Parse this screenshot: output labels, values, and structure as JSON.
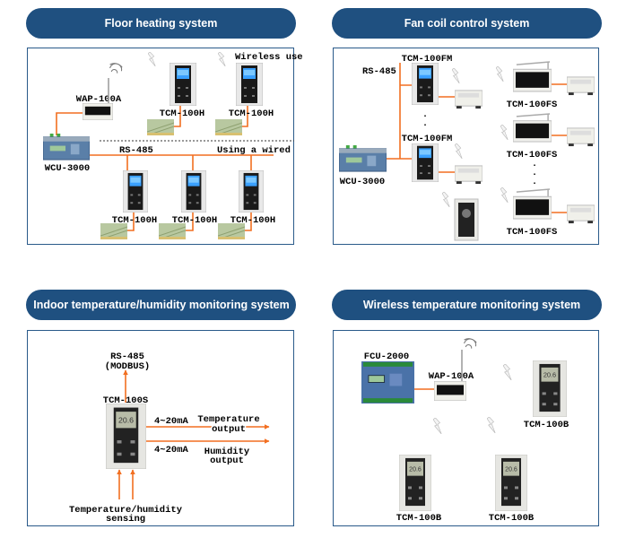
{
  "colors": {
    "header_bg": "#1f5080",
    "panel_border": "#2a5a8a",
    "wire": "#f26f21",
    "arrow": "#f26f21"
  },
  "panels": {
    "floor_heating": {
      "title": "Floor heating system",
      "wireless_use": "Wireless use",
      "using_wired": "Using a wired",
      "rs485": "RS-485",
      "wap": "WAP-100A",
      "wcu": "WCU-3000",
      "thermostats": [
        "TCM-100H",
        "TCM-100H",
        "TCM-100H",
        "TCM-100H",
        "TCM-100H"
      ]
    },
    "fan_coil": {
      "title": "Fan coil control system",
      "rs485": "RS-485",
      "wcu": "WCU-3000",
      "fm": [
        "TCM-100FM",
        "TCM-100FM"
      ],
      "fs": [
        "TCM-100FS",
        "TCM-100FS",
        "TCM-100FS"
      ],
      "dots": "·"
    },
    "indoor": {
      "title": "Indoor temperature/humidity monitoring system",
      "rs485": "RS-485",
      "modbus": "(MODBUS)",
      "device": "TCM-100S",
      "current1": "4~20mA",
      "current2": "4~20mA",
      "temp_out_1": "Temperature",
      "temp_out_2": "output",
      "hum_out_1": "Humidity",
      "hum_out_2": "output",
      "sensing_1": "Temperature/humidity",
      "sensing_2": "sensing"
    },
    "wireless": {
      "title": "Wireless temperature monitoring system",
      "fcu": "FCU-2000",
      "wap": "WAP-100A",
      "thermostats": [
        "TCM-100B",
        "TCM-100B",
        "TCM-100B"
      ]
    }
  }
}
